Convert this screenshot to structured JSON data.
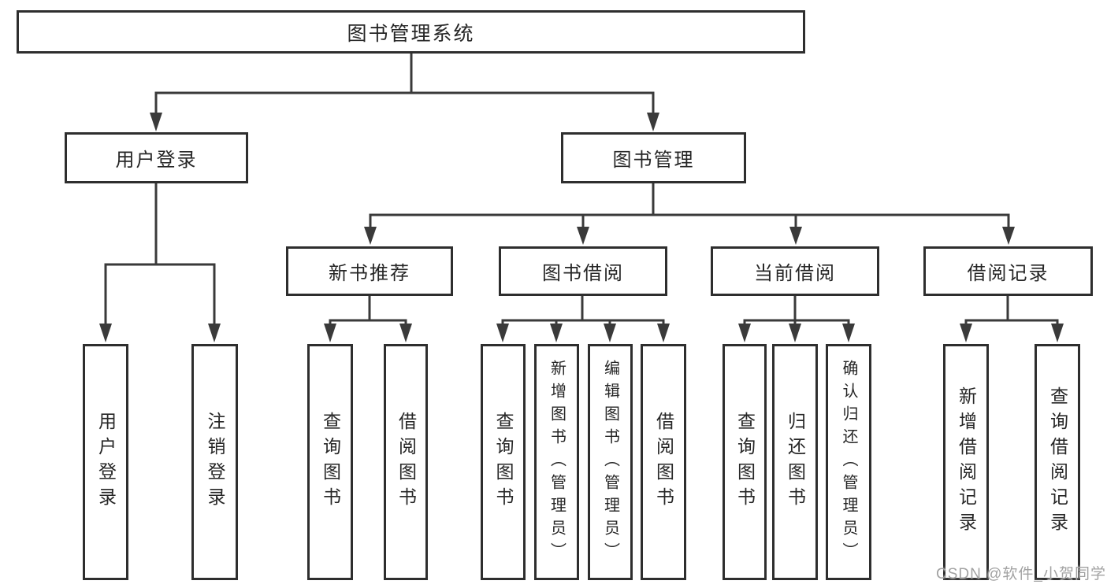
{
  "diagram": {
    "nodes": {
      "root": "图书管理系统",
      "user_login": "用户登录",
      "book_mgmt": "图书管理",
      "new_book_rec": "新书推荐",
      "book_borrow": "图书借阅",
      "current_borrow": "当前借阅",
      "borrow_records": "借阅记录",
      "leaf_user_login": "用户登录",
      "leaf_logout": "注销登录",
      "leaf_nb_query": "查询图书",
      "leaf_nb_borrow": "借阅图书",
      "leaf_bb_query": "查询图书",
      "leaf_bb_add": "新增图书（管理员）",
      "leaf_bb_edit": "编辑图书（管理员）",
      "leaf_bb_borrow": "借阅图书",
      "leaf_cb_query": "查询图书",
      "leaf_cb_return": "归还图书",
      "leaf_cb_confirm": "确认归还（管理员）",
      "leaf_br_add": "新增借阅记录",
      "leaf_br_query": "查询借阅记录"
    },
    "watermark": "CSDN @软件_小贺同学",
    "colors": {
      "line": "#3a3a3a",
      "border": "#2e2e2e",
      "text": "#262626",
      "watermark": "#a2a2a2",
      "background": "#ffffff"
    }
  }
}
